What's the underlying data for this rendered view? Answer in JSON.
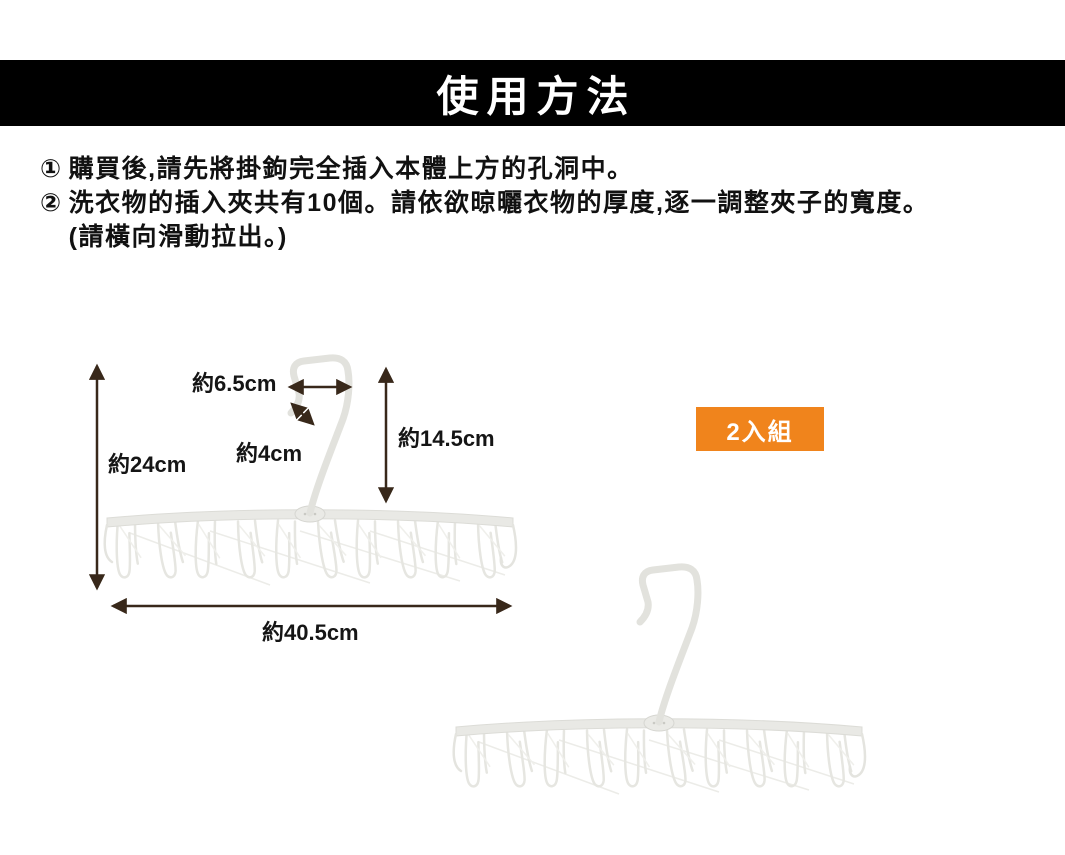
{
  "header": {
    "title": "使用方法",
    "bg_color": "#000000",
    "text_color": "#ffffff"
  },
  "instructions": {
    "items": [
      {
        "number": "①",
        "text": "購買後,請先將掛鉤完全插入本體上方的孔洞中。"
      },
      {
        "number": "②",
        "text": "洗衣物的插入夾共有10個。請依欲晾曬衣物的厚度,逐一調整夾子的寬度。",
        "text2": "(請橫向滑動拉出。)"
      }
    ]
  },
  "diagram": {
    "product": "clothes-peg-hanger",
    "dimensions": {
      "total_height": "約24cm",
      "hook_width": "約6.5cm",
      "hook_gap": "約4cm",
      "hook_height": "約14.5cm",
      "total_width": "約40.5cm"
    },
    "arrow_color": "#38281a",
    "hanger_color": "#e6e6e1"
  },
  "badge": {
    "label": "2入組",
    "bg_color": "#f0841c",
    "text_color": "#ffffff"
  }
}
